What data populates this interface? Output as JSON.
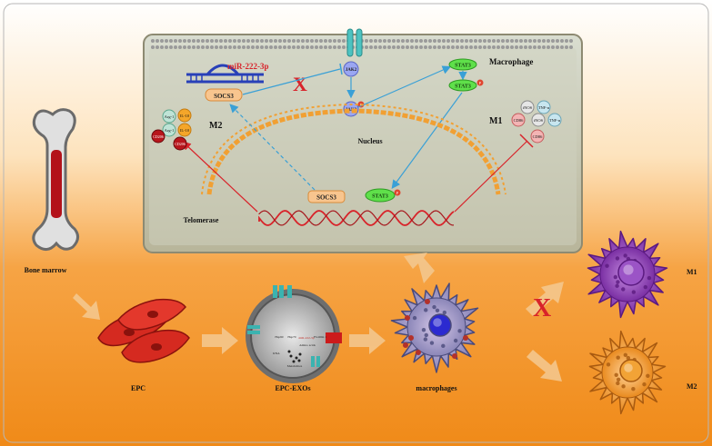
{
  "labels": {
    "macrophage_box": "Macrophage",
    "nucleus": "Nucleus",
    "telomerase": "Telomerase",
    "mirna": "miR-222-3p",
    "socs3_top": "SOCS3",
    "socs3_nucleus": "SOCS3",
    "jak2": "JAK2",
    "jak2_p": "JAK2",
    "stat3": "STAT3",
    "stat3_p": "STAT3",
    "stat3_nucleus": "STAT3",
    "phospho": "P",
    "m2_title": "M2",
    "m1_title": "M1",
    "bone_marrow": "Bone marrow",
    "epc": "EPC",
    "epc_exos": "EPC-EXOs",
    "macrophages": "macrophages",
    "m1_cell": "M1",
    "m2_cell": "M2"
  },
  "m2_markers": [
    "Arg-1",
    "IL-10",
    "Arg-1",
    "IL-10",
    "CD206",
    "CD206"
  ],
  "m1_markers": [
    "iNOS",
    "TNF-α",
    "CD86",
    "iNOS",
    "TNF-α",
    "CD86"
  ],
  "exo_cargo": [
    "Hsp90",
    "Hsp70",
    "miR-222-3p",
    "Amino acids",
    "RNA",
    "Metabolites",
    "Flotillin 1"
  ],
  "colors": {
    "background_top": "#ffffff",
    "background_bottom": "#f4901e",
    "cell_box": "#cfd3c0",
    "blue_arrow": "#3aa0d6",
    "red_line": "#d8232a",
    "socs3_fill": "#f8c58e",
    "stat3_fill": "#5fe04a",
    "jak2_fill": "#9aa6f2",
    "m1_cell": "#8a3fb0",
    "m2_cell": "#f3a43a"
  }
}
